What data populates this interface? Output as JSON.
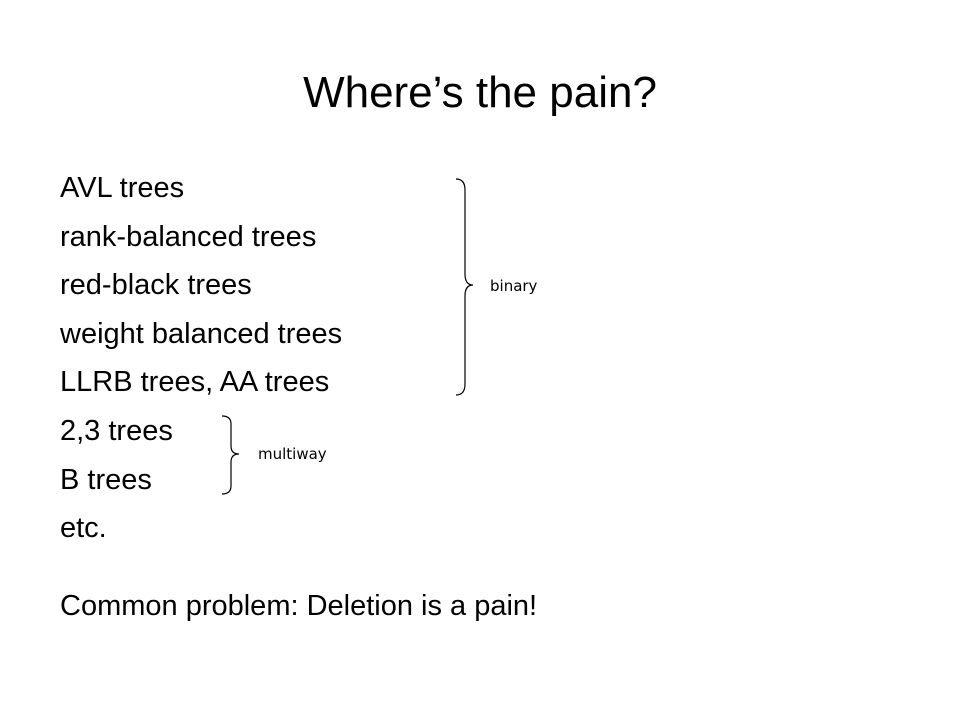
{
  "slide": {
    "title": "Where’s the pain?",
    "items": [
      "AVL trees",
      "rank-balanced trees",
      "red-black trees",
      "weight balanced trees",
      "LLRB trees, AA trees",
      "2,3 trees",
      "B trees",
      "etc."
    ],
    "braces": {
      "binary": "binary",
      "multiway": "multiway"
    },
    "conclusion": "Common problem: Deletion is a pain!"
  }
}
